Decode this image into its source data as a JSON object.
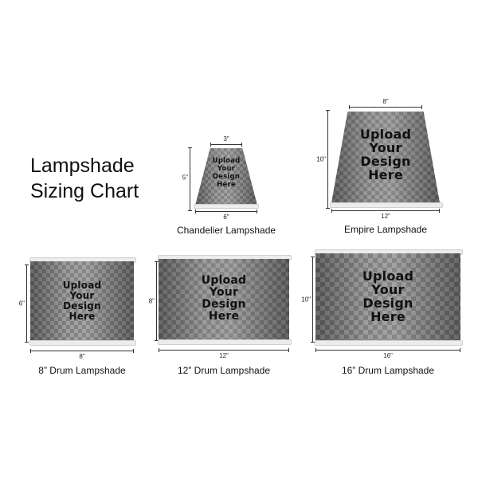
{
  "title": {
    "line1": "Lampshade",
    "line2": "Sizing Chart"
  },
  "upload_text": {
    "line1": "Upload",
    "line2": "Your",
    "line3": "Design",
    "line4": "Here"
  },
  "shades": {
    "chandelier": {
      "caption": "Chandelier Lampshade",
      "top_dim": "3\"",
      "bottom_dim": "6\"",
      "height_dim": "5\""
    },
    "empire": {
      "caption": "Empire Lampshade",
      "top_dim": "8\"",
      "bottom_dim": "12\"",
      "height_dim": "10\""
    },
    "drum8": {
      "caption": "8” Drum Lampshade",
      "bottom_dim": "8\"",
      "height_dim": "6\""
    },
    "drum12": {
      "caption": "12” Drum Lampshade",
      "bottom_dim": "12\"",
      "height_dim": "8\""
    },
    "drum16": {
      "caption": "16” Drum Lampshade",
      "bottom_dim": "16\"",
      "height_dim": "10\""
    }
  },
  "colors": {
    "checker_light": "#8f8f8f",
    "checker_dark": "#6e6e6e",
    "rim": "#ececec",
    "text": "#111111"
  }
}
